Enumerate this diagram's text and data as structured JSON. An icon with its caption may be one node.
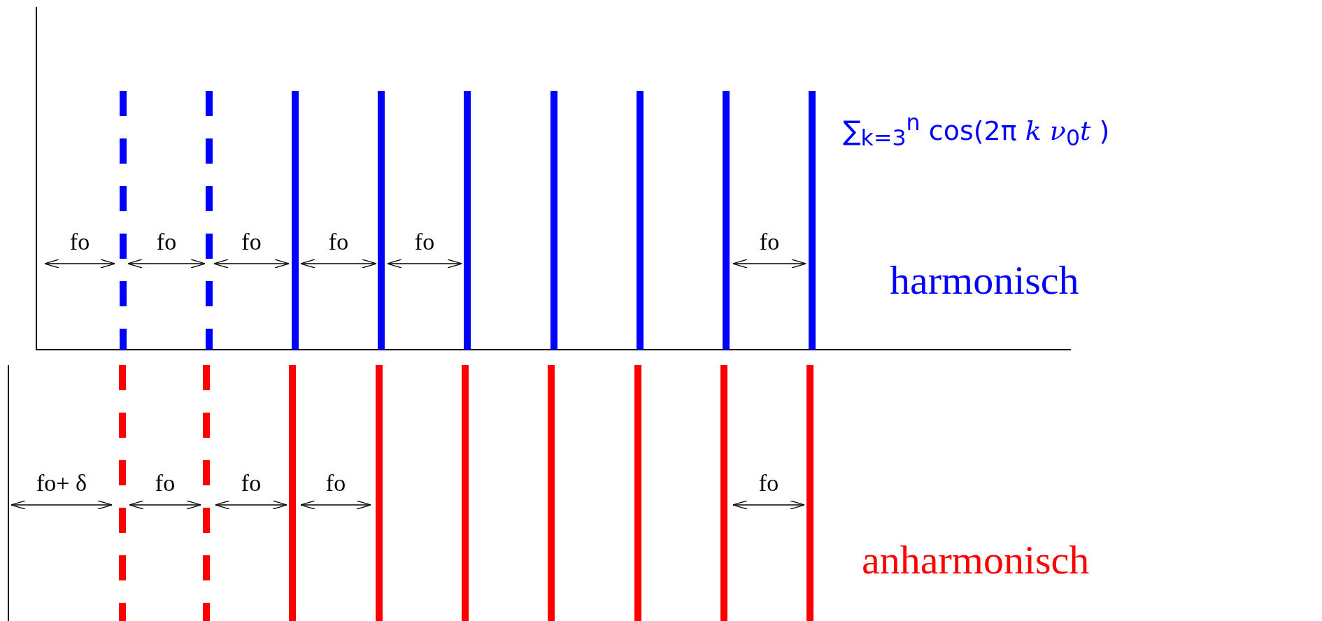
{
  "diagram": {
    "labels": [
      "fo",
      "fo",
      "fo",
      "fo",
      "fo",
      "fo",
      "∑$_{k=3}$$^{n}$ cos(2π *k* *ν*$_{0}$*t* )",
      "harmonisch",
      "fo+ δ",
      "fo",
      "fo",
      "fo",
      "fo",
      "anharmonisch"
    ]
  }
}
